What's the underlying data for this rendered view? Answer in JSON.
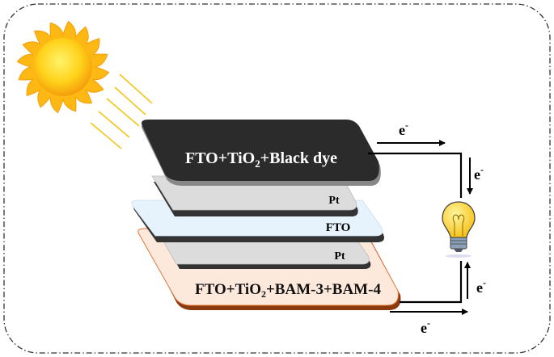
{
  "layers": {
    "top": {
      "main": "FTO+TiO",
      "sub": "2",
      "rest": "+Black dye",
      "color": "#2b2b2b"
    },
    "pt_top": {
      "label": "Pt",
      "color": "#dcdcdc"
    },
    "fto": {
      "label": "FTO",
      "color": "#e6f3fd"
    },
    "pt_bottom": {
      "label": "Pt",
      "color": "#dcdcdc"
    },
    "bottom": {
      "main": "FTO+TiO",
      "sub": "2",
      "rest": "+BAM-3+BAM-4",
      "color": "#fde8dc"
    }
  },
  "electrons": {
    "top": "e",
    "right_down": "e",
    "right_up": "e",
    "bottom": "e",
    "sup": "-"
  },
  "icons": [
    "sun-icon",
    "light-bulb-icon"
  ],
  "colors": {
    "sun": "#fdb813",
    "rays": "#f5c518",
    "border": "#333333",
    "edge_orange": "#8b3a0e"
  }
}
